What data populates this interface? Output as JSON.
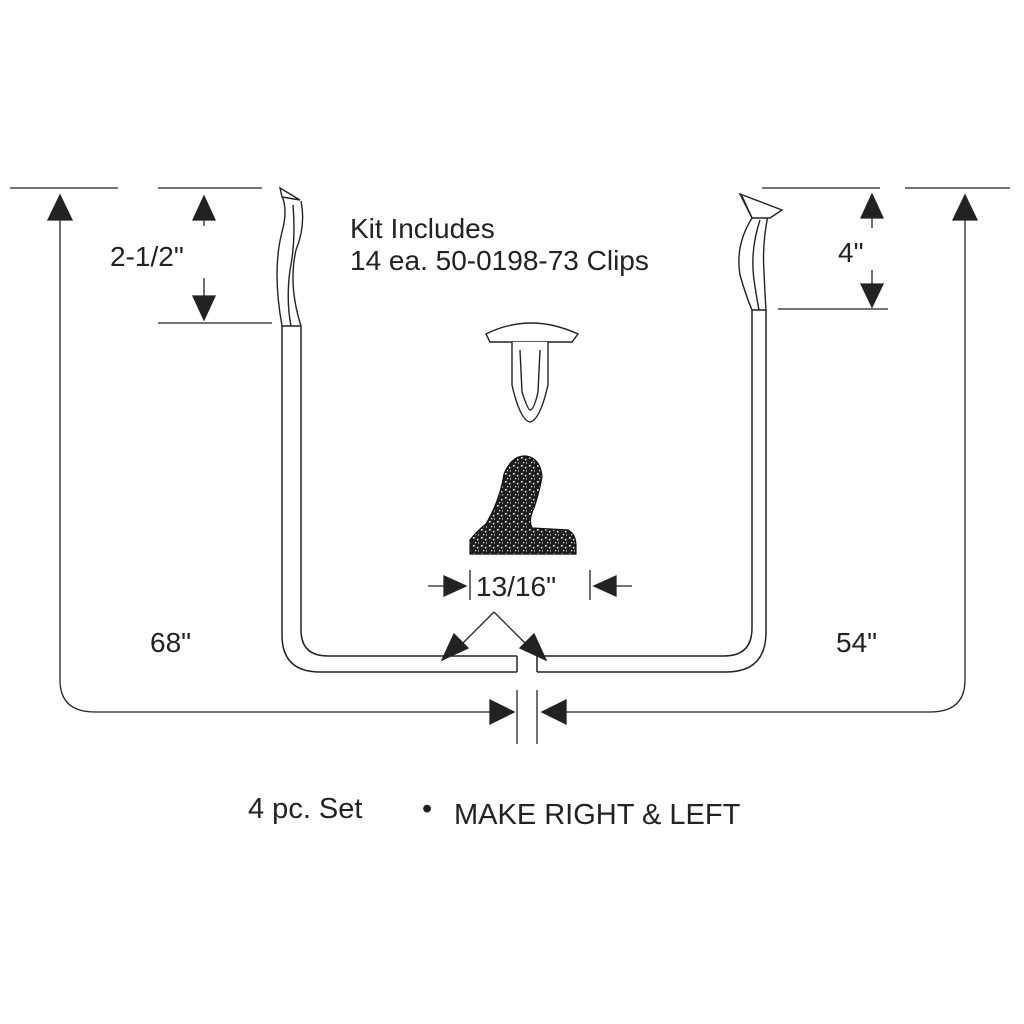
{
  "kit": {
    "line1": "Kit Includes",
    "line2": "14 ea. 50-0198-73 Clips"
  },
  "dimensions": {
    "left_end": "2-1/2\"",
    "right_end": "4\"",
    "left_length": "68\"",
    "right_length": "54\"",
    "profile_width": "13/16\""
  },
  "footer": {
    "set": "4 pc. Set",
    "bullet": "•",
    "make": "MAKE RIGHT & LEFT"
  }
}
